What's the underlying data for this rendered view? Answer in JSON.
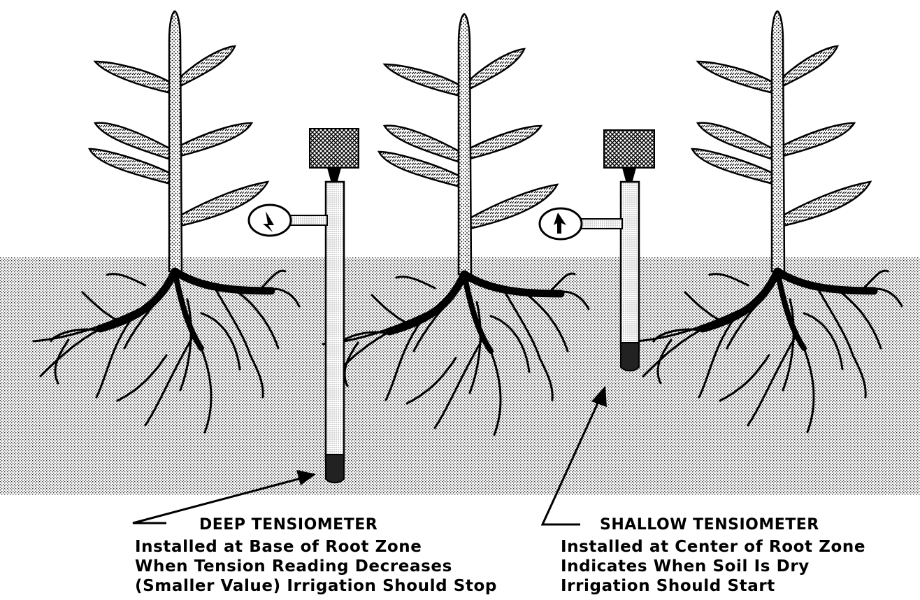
{
  "deep_tensiometer": {
    "title": "DEEP TENSIOMETER",
    "lines": [
      "Installed at Base of Root Zone",
      "When Tension Reading Decreases",
      "(Smaller Value) Irrigation Should Stop"
    ]
  },
  "shallow_tensiometer": {
    "title": "SHALLOW TENSIOMETER",
    "lines": [
      "Installed at Center of Root Zone",
      "Indicates When Soil Is Dry",
      "Irrigation Should Start"
    ]
  },
  "colors": {
    "ink": "#000000",
    "soil_dot": "#555555",
    "background": "#ffffff"
  }
}
